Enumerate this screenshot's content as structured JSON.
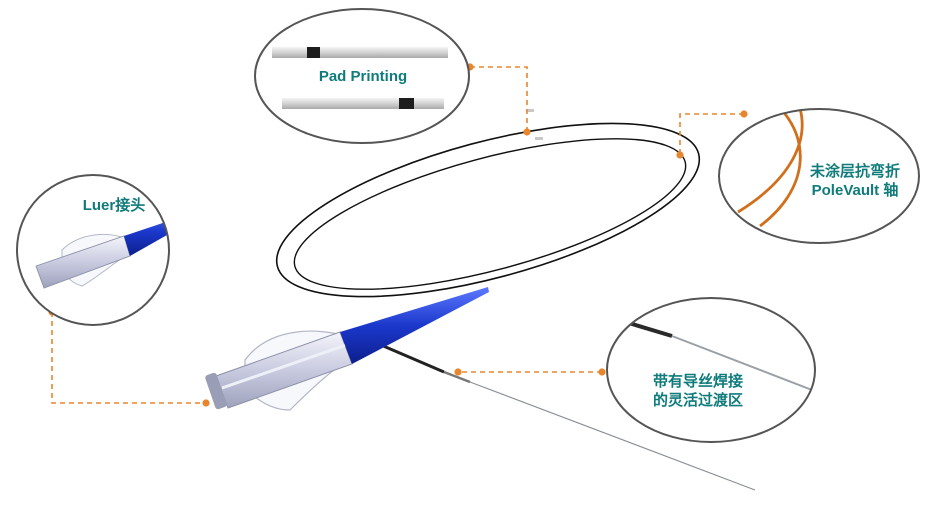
{
  "callouts": {
    "pad_printing": {
      "label": "Pad Printing"
    },
    "luer": {
      "label": "Luer接头"
    },
    "polevault": {
      "label_line1": "未涂层抗弯折",
      "label_line2": "PoleVault 轴"
    },
    "transition": {
      "label_line1": "带有导丝焊接",
      "label_line2": "的灵活过渡区"
    }
  },
  "colors": {
    "label_text": "#0f7b7b",
    "leader_line": "#e8862e",
    "callout_border": "#555555",
    "hub_blue": "#1f3fd0",
    "pole_shaft": "#d06f1c",
    "catheter_line": "#111111",
    "guidewire": "#8a8f96"
  },
  "icons": {
    "connector": "luer-hub-illustration",
    "shaft": "coiled-catheter-illustration"
  }
}
